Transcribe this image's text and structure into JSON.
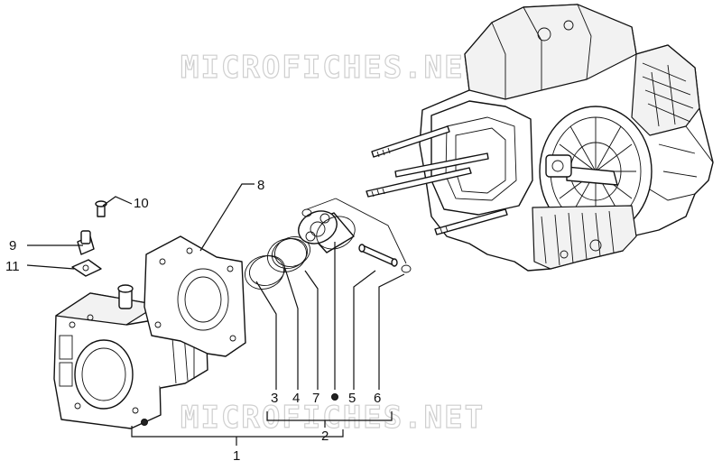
{
  "watermark": {
    "top": "MICROFICHES.NET",
    "bottom": "MICROFICHES.NET"
  },
  "callouts": {
    "c1": "1",
    "c2": "2",
    "c3": "3",
    "c4": "4",
    "c5": "5",
    "c6": "6",
    "c7": "7",
    "c8": "8",
    "c9": "9",
    "c10": "10",
    "c11": "11"
  }
}
